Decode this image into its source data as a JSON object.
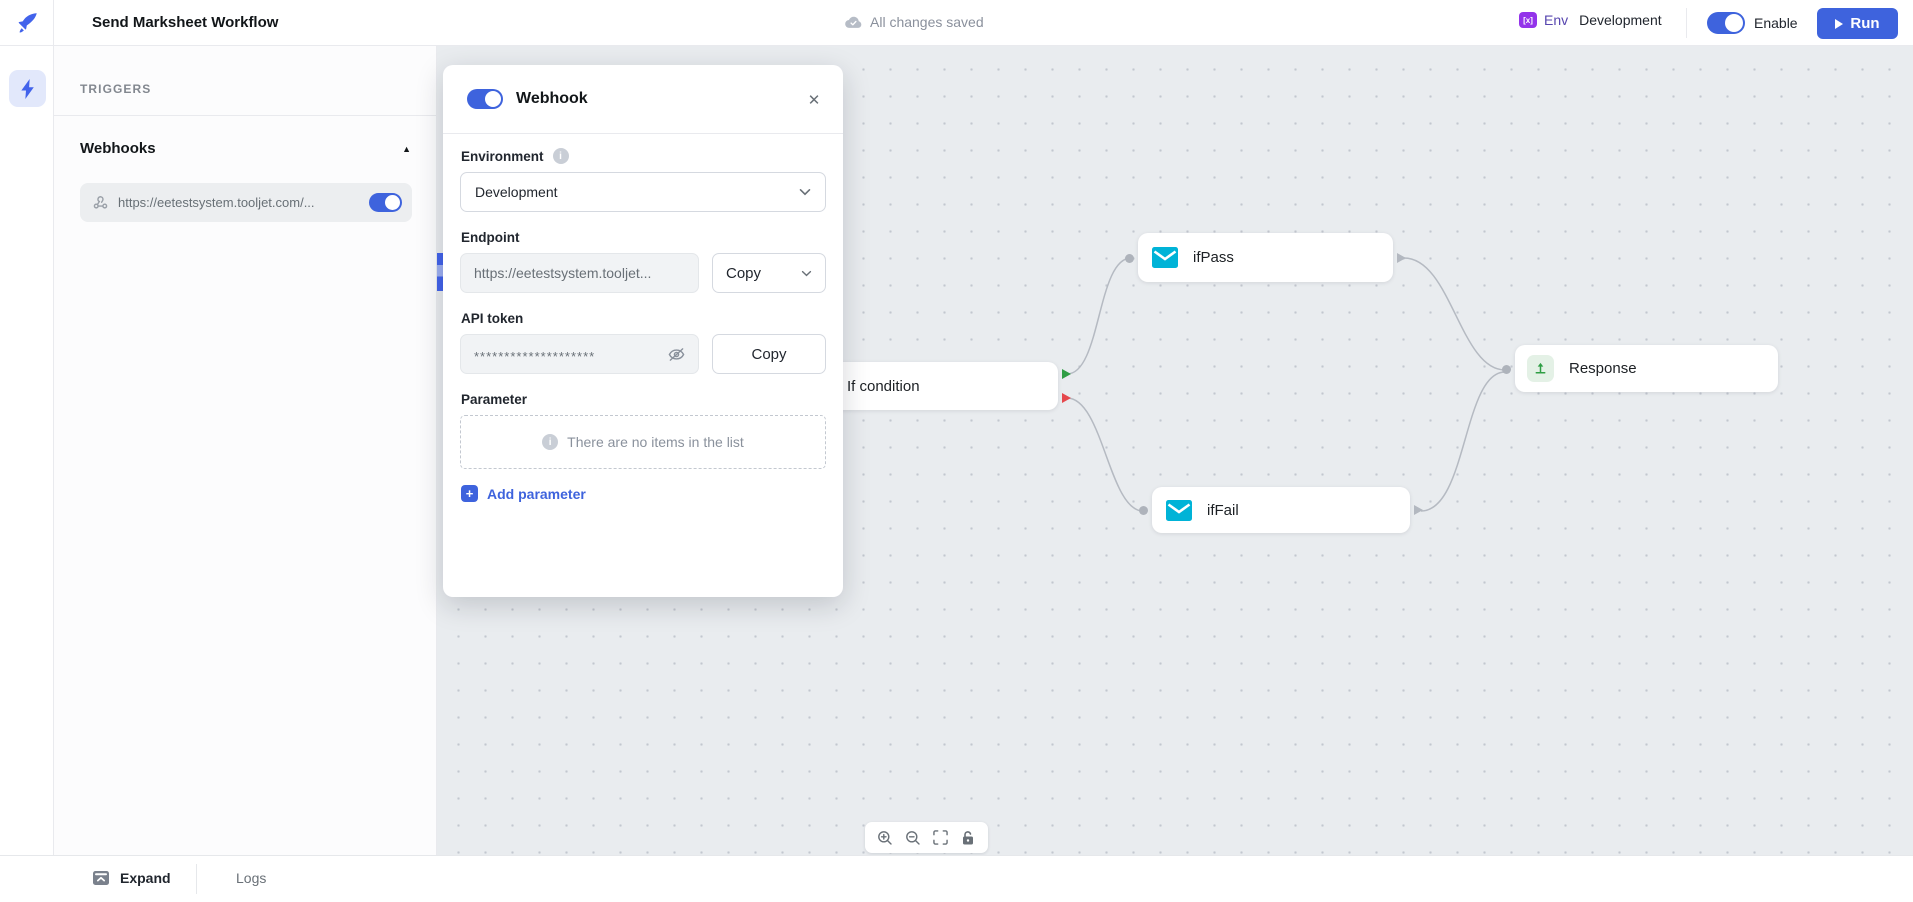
{
  "topbar": {
    "title": "Send Marksheet Workflow",
    "save_status": "All changes saved",
    "env_label": "Env",
    "env_value": "Development",
    "enable_label": "Enable",
    "run_label": "Run"
  },
  "sidebar": {
    "triggers_header": "TRIGGERS",
    "section_title": "Webhooks",
    "webhook_item": {
      "url": "https://eetestsystem.tooljet.com/...",
      "enabled": true
    }
  },
  "modal": {
    "title": "Webhook",
    "enabled": true,
    "environment": {
      "label": "Environment",
      "value": "Development"
    },
    "endpoint": {
      "label": "Endpoint",
      "value": "https://eetestsystem.tooljet...",
      "copy_label": "Copy"
    },
    "api_token": {
      "label": "API token",
      "value": "********************",
      "copy_label": "Copy"
    },
    "parameter": {
      "label": "Parameter",
      "empty_text": "There are no items in the list",
      "add_label": "Add parameter",
      "plus": "+"
    }
  },
  "canvas": {
    "nodes": [
      {
        "id": "if-condition",
        "label": "If condition",
        "type": "condition"
      },
      {
        "id": "ifPass",
        "label": "ifPass",
        "type": "email"
      },
      {
        "id": "ifFail",
        "label": "ifFail",
        "type": "email"
      },
      {
        "id": "response",
        "label": "Response",
        "type": "response"
      }
    ]
  },
  "bottombar": {
    "expand_label": "Expand",
    "logs_label": "Logs"
  },
  "misc": {
    "collapse_glyph": "▲",
    "close_glyph": "✕",
    "info_glyph": "i",
    "env_icon_glyph": "[x]"
  },
  "colors": {
    "accent": "#3e63dd",
    "cyan": "#00b3d7",
    "green": "#2f9e44",
    "red": "#e5484d",
    "purple": "#9333ea",
    "canvas_bg": "#e9ecef"
  }
}
